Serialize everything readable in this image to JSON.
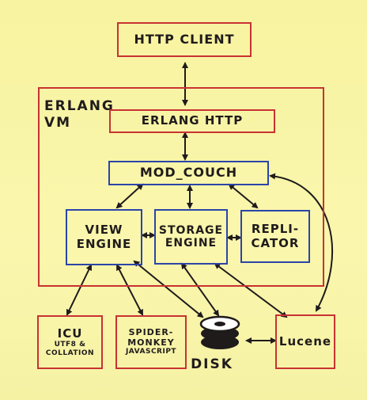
{
  "nodes": {
    "http_client": "HTTP CLIENT",
    "erlang_vm": [
      "ERLANG",
      "VM"
    ],
    "erlang_http": "ERLANG HTTP",
    "mod_couch": "MOD_COUCH",
    "view_engine": [
      "VIEW",
      "ENGINE"
    ],
    "storage_engine": [
      "STORAGE",
      "ENGINE"
    ],
    "replicator": [
      "REPLI-",
      "CATOR"
    ],
    "icu": [
      "ICU",
      "UTF8 &",
      "COLLATION"
    ],
    "spidermonkey": [
      "SPIDER-",
      "MONKEY",
      "JAVASCRIPT"
    ],
    "disk": "DISK",
    "lucene": "Lucene"
  },
  "colors": {
    "paper": "#f8f4a6",
    "red_box": "#c83232",
    "blue_box": "#2b45a8",
    "ink": "#1f1b1b"
  },
  "edges": [
    {
      "from": "http_client",
      "to": "erlang_http",
      "directed": "both"
    },
    {
      "from": "erlang_http",
      "to": "mod_couch",
      "directed": "both"
    },
    {
      "from": "mod_couch",
      "to": "view_engine",
      "directed": "both"
    },
    {
      "from": "mod_couch",
      "to": "storage_engine",
      "directed": "both"
    },
    {
      "from": "mod_couch",
      "to": "replicator",
      "directed": "both"
    },
    {
      "from": "view_engine",
      "to": "storage_engine",
      "directed": "both"
    },
    {
      "from": "storage_engine",
      "to": "replicator",
      "directed": "both"
    },
    {
      "from": "view_engine",
      "to": "icu",
      "directed": "both"
    },
    {
      "from": "view_engine",
      "to": "spidermonkey",
      "directed": "both"
    },
    {
      "from": "view_engine",
      "to": "disk",
      "directed": "both"
    },
    {
      "from": "storage_engine",
      "to": "disk",
      "directed": "both"
    },
    {
      "from": "storage_engine",
      "to": "lucene",
      "directed": "both"
    },
    {
      "from": "mod_couch",
      "to": "lucene",
      "directed": "both"
    },
    {
      "from": "disk",
      "to": "lucene",
      "directed": "both"
    }
  ]
}
